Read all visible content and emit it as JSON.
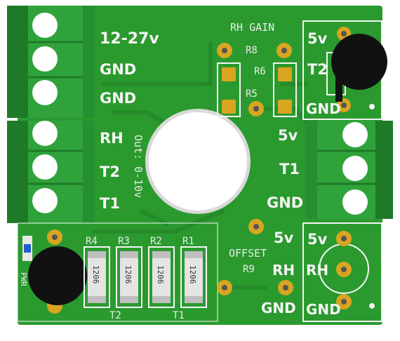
{
  "board": {
    "colors": {
      "pcb": "#2a9a2f",
      "pcb_dark": "#1f7d25",
      "silk": "#f4f4f4",
      "pad": "#d9a520",
      "terminal": "#2fa33a",
      "terminal_dark": "#1f7a28",
      "sensor": "#111111"
    },
    "left_terminal_labels": [
      "12-27v",
      "GND",
      "GND",
      "RH",
      "T2",
      "T1"
    ],
    "output_label": "Out: 0-10v",
    "gain": {
      "title": "RH GAIN",
      "r8": "R8",
      "r6": "R6",
      "r5": "R5"
    },
    "top_right": {
      "v5": "5v",
      "t2": "T2",
      "gnd": "GND"
    },
    "right_terminal_labels": [
      "5v",
      "T1",
      "GND"
    ],
    "offset": {
      "v5": "5v",
      "title": "OFFSET",
      "r9": "R9",
      "rh": "RH",
      "gnd": "GND"
    },
    "bottom_right": {
      "v5": "5v",
      "rh": "RH",
      "gnd": "GND"
    },
    "resistors": [
      {
        "name": "R4",
        "code": "1206"
      },
      {
        "name": "R3",
        "code": "1206"
      },
      {
        "name": "R2",
        "code": "1206"
      },
      {
        "name": "R1",
        "code": "1206"
      }
    ],
    "group_labels": {
      "t2": "T2",
      "t1": "T1"
    },
    "pwr_label": "PWR"
  }
}
